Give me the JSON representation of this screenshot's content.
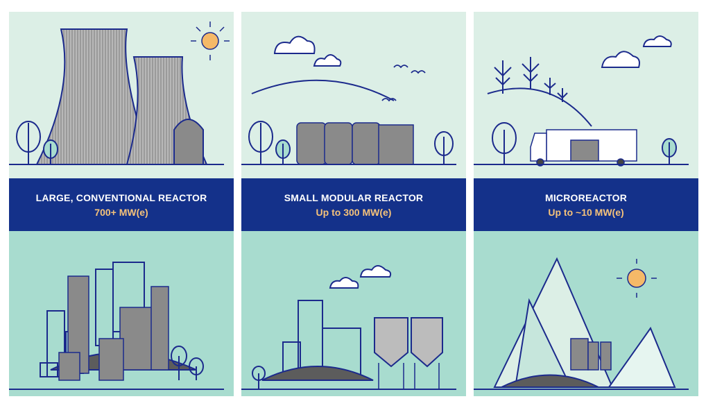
{
  "panels": [
    {
      "title": "LARGE, CONVENTIONAL REACTOR",
      "capacity": "700+ MW(e)"
    },
    {
      "title": "SMALL MODULAR REACTOR",
      "capacity": "Up to 300 MW(e)"
    },
    {
      "title": "MICROREACTOR",
      "capacity": "Up to ~10 MW(e)"
    }
  ],
  "colors": {
    "top_bg": "#dcefe6",
    "band": "#14318a",
    "bottom_bg": "#a8dccf",
    "accent": "#f5c27a",
    "line": "#1b2a8c"
  }
}
